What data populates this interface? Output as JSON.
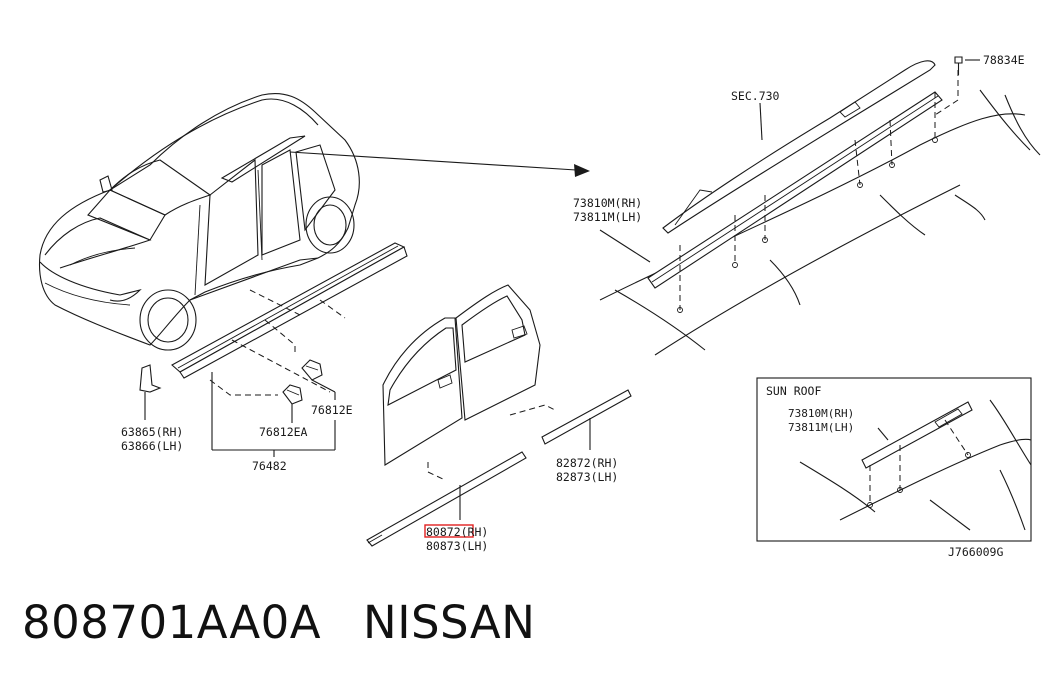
{
  "labels": {
    "roof_rail_part": "78834E",
    "section_ref": "SEC.730",
    "rail_rh": "73810M(RH)",
    "rail_lh": "73811M(LH)",
    "clip_1": "76812E",
    "clip_2": "76812EA",
    "sill_moulding": "76482",
    "mudguard_rh": "63865(RH)",
    "mudguard_lh": "63866(LH)",
    "rear_moulding_rh": "82872(RH)",
    "rear_moulding_lh": "82873(LH)",
    "front_moulding_rh": "80872(RH)",
    "front_moulding_lh": "80873(LH)"
  },
  "inset": {
    "title": "SUN ROOF",
    "rail_rh": "73810M(RH)",
    "rail_lh": "73811M(LH)"
  },
  "figure_code": "J766009G",
  "caption": {
    "part_number": "808701AA0A",
    "brand": "NISSAN"
  },
  "highlight_color": "#e02020"
}
